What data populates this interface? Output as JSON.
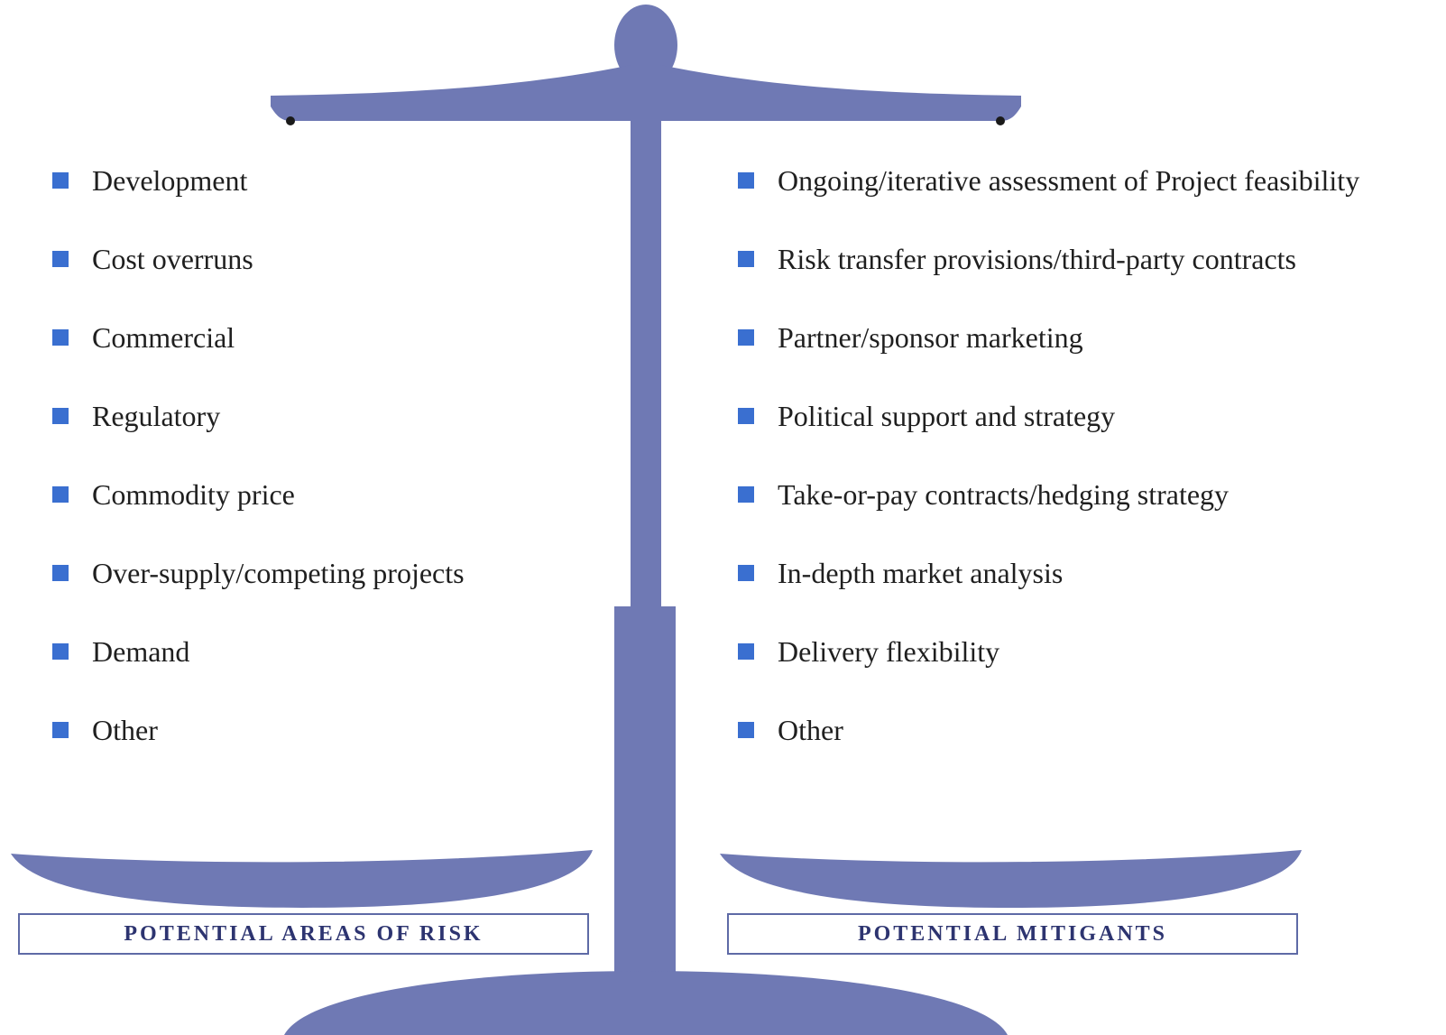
{
  "colors": {
    "scale_fill": "#6f79b4",
    "bullet": "#3a6fd0",
    "text": "#1f1f1f",
    "label_border": "#5e6aa6",
    "label_text": "#2d3470"
  },
  "risks": {
    "label": "POTENTIAL AREAS OF RISK",
    "items": [
      "Development",
      "Cost overruns",
      "Commercial",
      "Regulatory",
      "Commodity price",
      "Over-supply/competing projects",
      "Demand",
      "Other"
    ]
  },
  "mitigants": {
    "label": "POTENTIAL MITIGANTS",
    "items": [
      "Ongoing/iterative assessment of Project feasibility",
      "Risk transfer provisions/third-party contracts",
      "Partner/sponsor marketing",
      "Political support and strategy",
      "Take-or-pay contracts/hedging strategy",
      "In-depth market analysis",
      "Delivery flexibility",
      "Other"
    ]
  }
}
